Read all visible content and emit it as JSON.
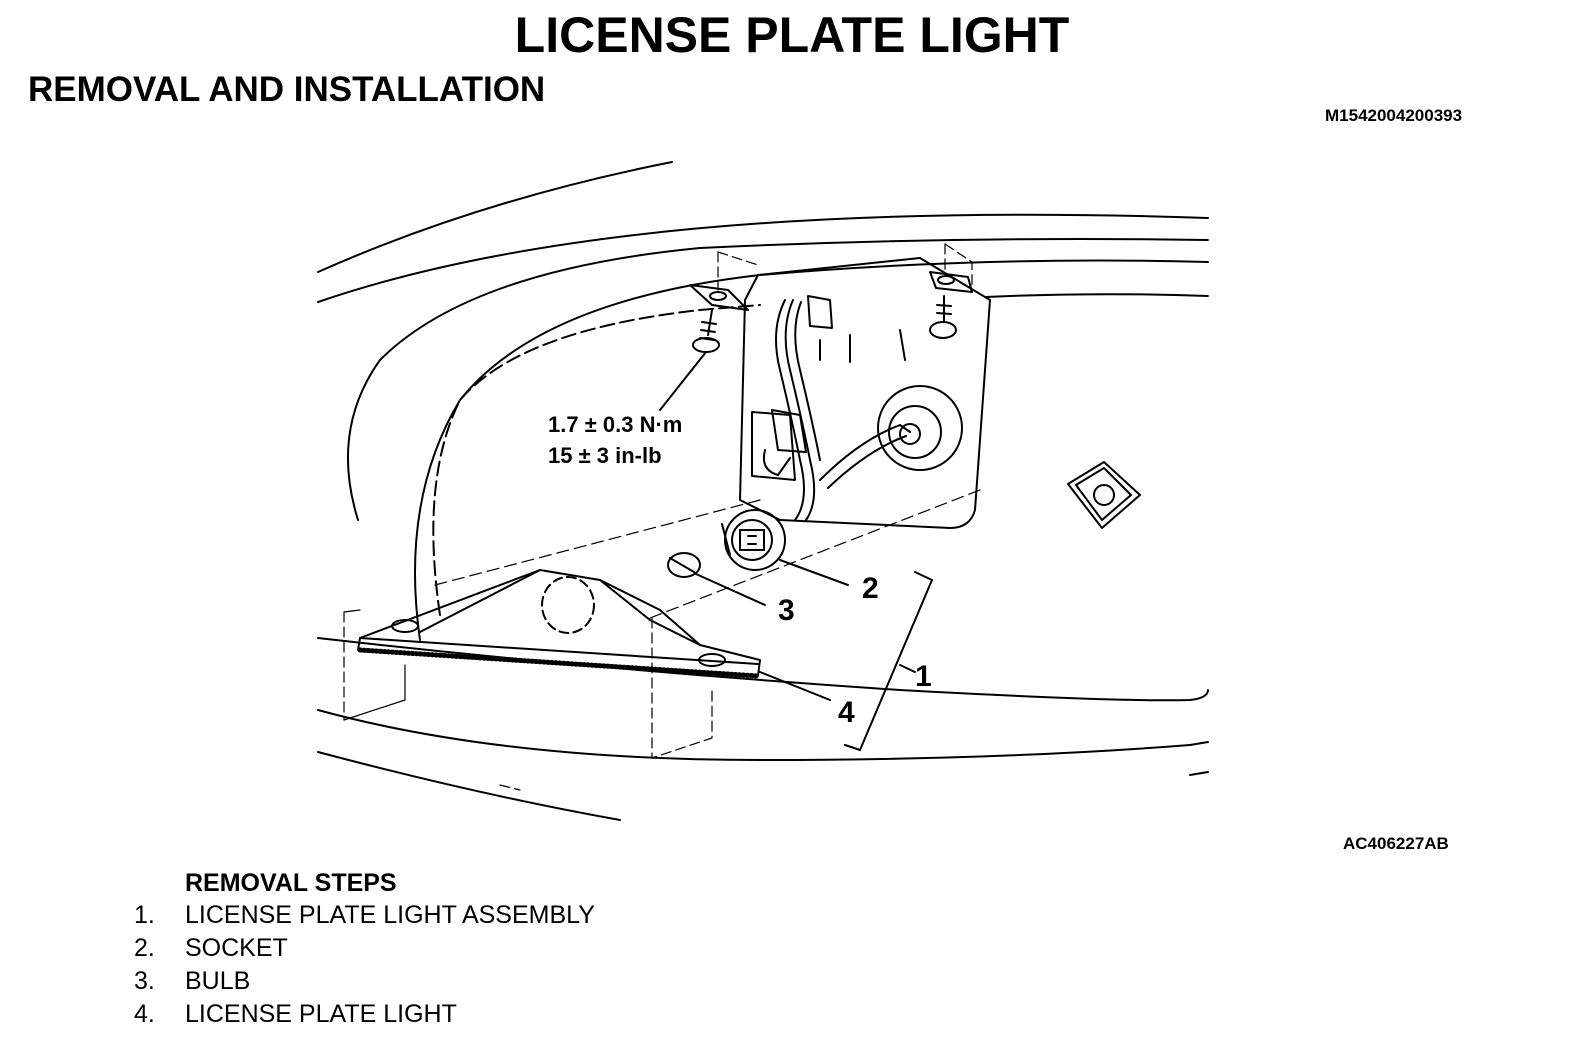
{
  "header": {
    "title": "LICENSE PLATE LIGHT",
    "subtitle": "REMOVAL AND INSTALLATION",
    "doc_id": "M1542004200393"
  },
  "figure": {
    "id": "AC406227AB",
    "torque_nm": "1.7 ± 0.3 N·m",
    "torque_inlb": "15 ± 3 in-lb",
    "callouts": [
      "1",
      "2",
      "3",
      "4"
    ]
  },
  "removal": {
    "heading": "REMOVAL STEPS",
    "steps": [
      {
        "num": "1.",
        "label": "LICENSE PLATE LIGHT ASSEMBLY"
      },
      {
        "num": "2.",
        "label": "SOCKET"
      },
      {
        "num": "3.",
        "label": "BULB"
      },
      {
        "num": "4.",
        "label": "LICENSE PLATE LIGHT"
      }
    ]
  }
}
